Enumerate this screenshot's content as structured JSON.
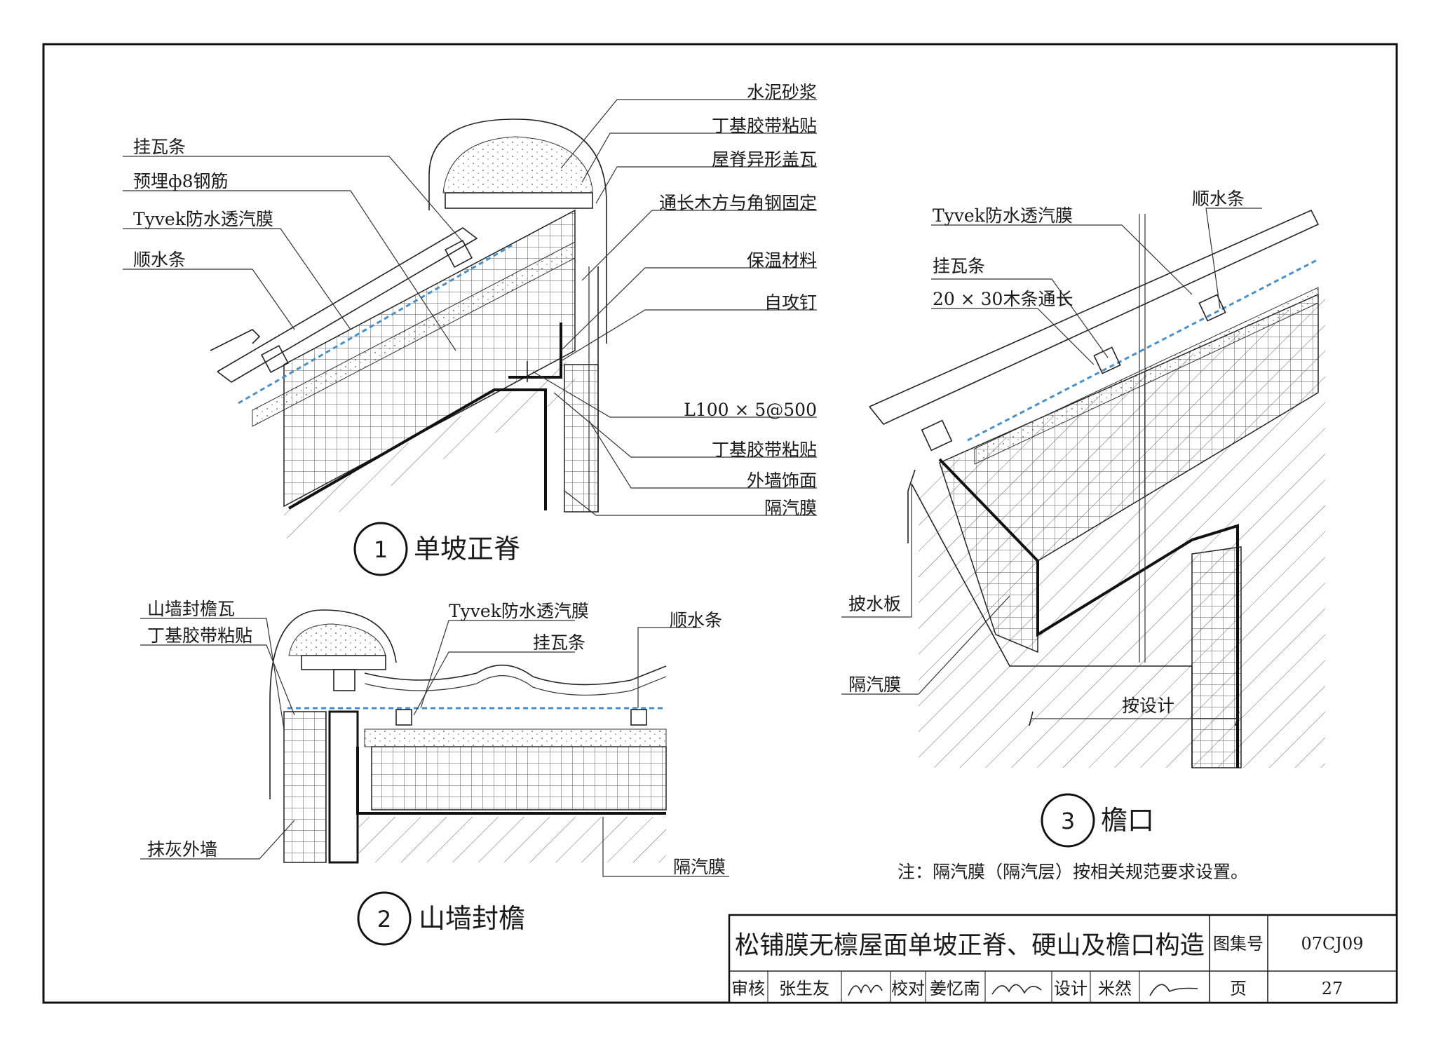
{
  "details": {
    "d1": {
      "number": "1",
      "title": "单坡正脊",
      "labels": {
        "cement_mortar": "水泥砂浆",
        "butyl_tape_1": "丁基胶带粘贴",
        "ridge_tile": "屋脊异形盖瓦",
        "timber_angle": "通长木方与角钢固定",
        "insulation": "保温材料",
        "screw": "自攻钉",
        "angle_steel": "L100 × 5@500",
        "butyl_tape_2": "丁基胶带粘贴",
        "wall_finish": "外墙饰面",
        "vapor_barrier": "隔汽膜",
        "tile_batten": "挂瓦条",
        "rebar": "预埋ф8钢筋",
        "tyvek": "Tyvek防水透汽膜",
        "counter_batten": "顺水条"
      }
    },
    "d2": {
      "number": "2",
      "title": "山墙封檐",
      "labels": {
        "gable_tile": "山墙封檐瓦",
        "butyl_tape": "丁基胶带粘贴",
        "tyvek": "Tyvek防水透汽膜",
        "tile_batten": "挂瓦条",
        "counter_batten": "顺水条",
        "plaster_wall": "抹灰外墙",
        "vapor_barrier": "隔汽膜"
      }
    },
    "d3": {
      "number": "3",
      "title": "檐口",
      "labels": {
        "tyvek": "Tyvek防水透汽膜",
        "counter_batten": "顺水条",
        "tile_batten": "挂瓦条",
        "wood_strip": "20 × 30木条通长",
        "drip_plate": "披水板",
        "vapor_barrier": "隔汽膜",
        "by_design": "按设计"
      }
    }
  },
  "note": "注：隔汽膜（隔汽层）按相关规范要求设置。",
  "title_block": {
    "drawing_title": "松铺膜无檩屋面单坡正脊、硬山及檐口构造",
    "atlas_label": "图集号",
    "atlas_no": "07CJ09",
    "review_label": "审核",
    "reviewer": "张生友",
    "check_label": "校对",
    "checker": "姜忆南",
    "design_label": "设计",
    "designer": "米然",
    "page_label": "页",
    "page_no": "27"
  }
}
